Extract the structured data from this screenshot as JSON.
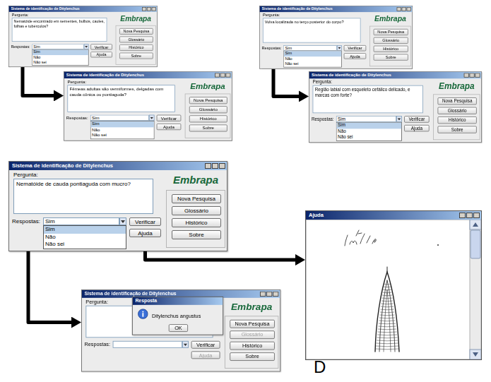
{
  "diagram": {
    "nodes": [
      {
        "text": [
          "Sistema de identificação de Ditylenchus"
        ]
      },
      {
        "text": [
          "Pergunta:",
          "Nematóide encontrado em sementes, bulbos, caules, folhas e tubérculos?"
        ],
        "in": 0
      },
      {
        "text": [
          "Respostas:",
          "Sim"
        ],
        "in": 0
      },
      {
        "text": [
          "Sim",
          "Não",
          "Não sei"
        ],
        "in": 0
      },
      {
        "text": [
          "Verificar"
        ],
        "in": 0
      },
      {
        "text": [
          "Ajuda"
        ],
        "in": 0
      },
      {
        "text": [
          "Embrapa"
        ],
        "in": 0
      },
      {
        "text": [
          "Nova Pesquisa"
        ],
        "in": 0
      },
      {
        "text": [
          "Glossário"
        ],
        "in": 0
      },
      {
        "text": [
          "Histórico"
        ],
        "in": 0
      },
      {
        "text": [
          "Sobre"
        ],
        "in": 0
      },
      {
        "text": [
          "Sistema de identificação de Ditylenchus"
        ]
      },
      {
        "text": [
          "Pergunta:",
          "Fêmeas adultas são vermiformes, delgadas com cauda cônica ou pontiaguda?"
        ],
        "in": 11
      },
      {
        "text": [
          "Respostas:",
          "Sim"
        ],
        "in": 11
      },
      {
        "text": [
          "Sim",
          "Não",
          "Não sei"
        ],
        "in": 11
      },
      {
        "text": [
          "Verificar"
        ],
        "in": 11
      },
      {
        "text": [
          "Ajuda"
        ],
        "in": 11
      },
      {
        "text": [
          "Embrapa"
        ],
        "in": 11
      },
      {
        "text": [
          "Nova Pesquisa"
        ],
        "in": 11
      },
      {
        "text": [
          "Glossário"
        ],
        "in": 11
      },
      {
        "text": [
          "Histórico"
        ],
        "in": 11
      },
      {
        "text": [
          "Sobre"
        ],
        "in": 11
      },
      {
        "text": [
          "Sistema de identificação de Ditylenchus"
        ]
      },
      {
        "text": [
          "Pergunta:",
          "Vulva localizada no terço posterior do corpo?"
        ],
        "in": 22
      },
      {
        "text": [
          "Respostas:",
          "Sim"
        ],
        "in": 22
      },
      {
        "text": [
          "Sim",
          "Não",
          "Não sei"
        ],
        "in": 22
      },
      {
        "text": [
          "Verificar"
        ],
        "in": 22
      },
      {
        "text": [
          "Ajuda"
        ],
        "in": 22
      },
      {
        "text": [
          "Embrapa"
        ],
        "in": 22
      },
      {
        "text": [
          "Nova Pesquisa"
        ],
        "in": 22
      },
      {
        "text": [
          "Glossário"
        ],
        "in": 22
      },
      {
        "text": [
          "Histórico"
        ],
        "in": 22
      },
      {
        "text": [
          "Sobre"
        ],
        "in": 22
      },
      {
        "text": [
          "Sistema de identificação de Ditylenchus"
        ]
      },
      {
        "text": [
          "Pergunta:",
          "Região labial com esqueleto cefálico delicado, e marcas com forte?"
        ],
        "in": 33
      },
      {
        "text": [
          "Respostas:",
          "Sim"
        ],
        "in": 33
      },
      {
        "text": [
          "Sim",
          "Não",
          "Não sei"
        ],
        "in": 33
      },
      {
        "text": [
          "Verificar"
        ],
        "in": 33
      },
      {
        "text": [
          "Ajuda"
        ],
        "in": 33
      },
      {
        "text": [
          "Embrapa"
        ],
        "in": 33
      },
      {
        "text": [
          "Nova Pesquisa"
        ],
        "in": 33
      },
      {
        "text": [
          "Glossário"
        ],
        "in": 33
      },
      {
        "text": [
          "Histórico"
        ],
        "in": 33
      },
      {
        "text": [
          "Sobre"
        ],
        "in": 33
      },
      {
        "text": [
          "Sistema de identificação de Ditylenchus"
        ]
      },
      {
        "text": [
          "Pergunta:",
          "Nematóide de cauda pontiaguda com mucro?"
        ],
        "in": 44
      },
      {
        "text": [
          "Respostas:",
          "Sim"
        ],
        "in": 44
      },
      {
        "text": [
          "Sim",
          "Não",
          "Não sei"
        ],
        "in": 44
      },
      {
        "text": [
          "Verificar"
        ],
        "in": 44
      },
      {
        "text": [
          "Ajuda"
        ],
        "in": 44
      },
      {
        "text": [
          "Embrapa"
        ],
        "in": 44
      },
      {
        "text": [
          "Nova Pesquisa"
        ],
        "in": 44
      },
      {
        "text": [
          "Glossário"
        ],
        "in": 44
      },
      {
        "text": [
          "Histórico"
        ],
        "in": 44
      },
      {
        "text": [
          "Sobre"
        ],
        "in": 44
      },
      {
        "text": [
          "Sistema de identificação de Ditylenchus"
        ]
      },
      {
        "text": [
          "Pergunta:"
        ],
        "in": 55
      },
      {
        "text": [
          "Respostas:"
        ],
        "in": 55
      },
      {
        "text": [
          "Verificar"
        ],
        "in": 55
      },
      {
        "text": [
          "Ajuda"
        ],
        "in": 55
      },
      {
        "text": [
          "Embrapa"
        ],
        "in": 55
      },
      {
        "text": [
          "Nova Pesquisa"
        ],
        "in": 55
      },
      {
        "text": [
          "Glossário"
        ],
        "in": 55
      },
      {
        "text": [
          "Histórico"
        ],
        "in": 55
      },
      {
        "text": [
          "Sobre"
        ],
        "in": 55
      },
      {
        "text": [
          "Resposta",
          "Ditylenchus angustus"
        ],
        "in": 55
      },
      {
        "text": [
          "OK"
        ],
        "in": 65
      },
      {
        "text": [
          "Ajuda"
        ]
      }
    ],
    "edges": [
      {
        "from": 0,
        "to": 11,
        "arrow": "to"
      },
      {
        "from": 22,
        "to": 33,
        "arrow": "to"
      },
      {
        "from": 44,
        "to": 55,
        "arrow": "to"
      },
      {
        "from": 49,
        "to": 67,
        "arrow": "to"
      }
    ],
    "labels": [
      "D"
    ]
  }
}
